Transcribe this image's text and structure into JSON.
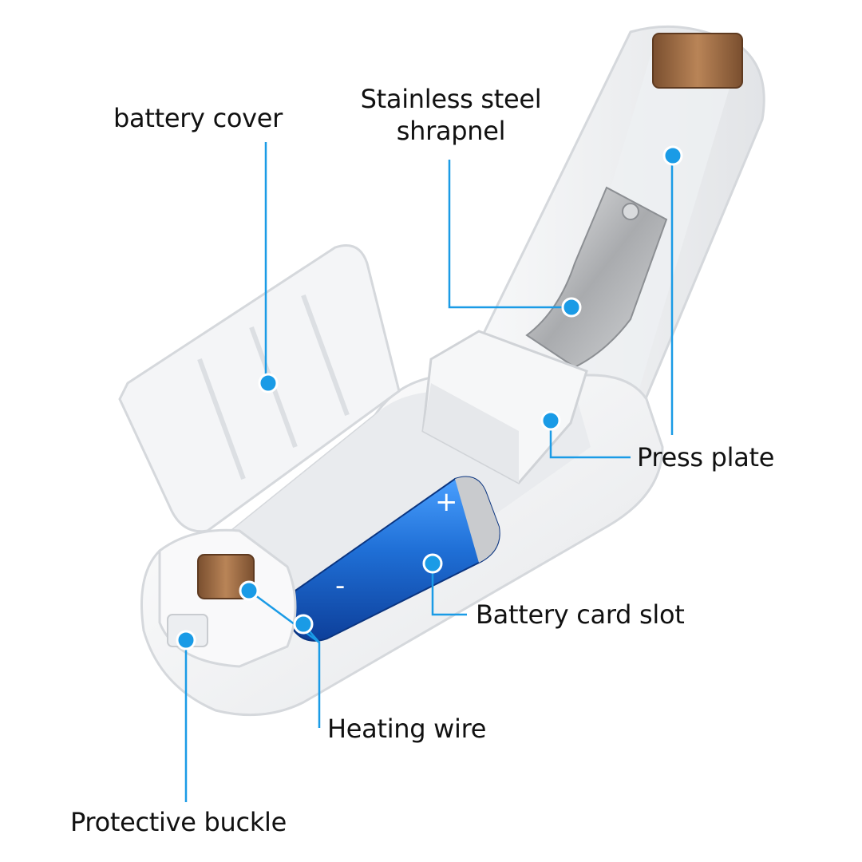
{
  "colors": {
    "accent": "#1a9be6",
    "device_body": "#f1f2f4",
    "device_edge": "#d5d8dc",
    "battery_blue": "#1f6fd6",
    "heating_pad": "#9a6a43",
    "steel": "#b8babd"
  },
  "labels": {
    "battery_cover": "battery cover",
    "stainless_line1": "Stainless steel",
    "stainless_line2": "shrapnel",
    "press_plate": "Press plate",
    "battery_card_slot": "Battery card slot",
    "heating_wire": "Heating wire",
    "protective_buckle": "Protective buckle"
  },
  "battery": {
    "plus": "+",
    "minus": "-"
  }
}
